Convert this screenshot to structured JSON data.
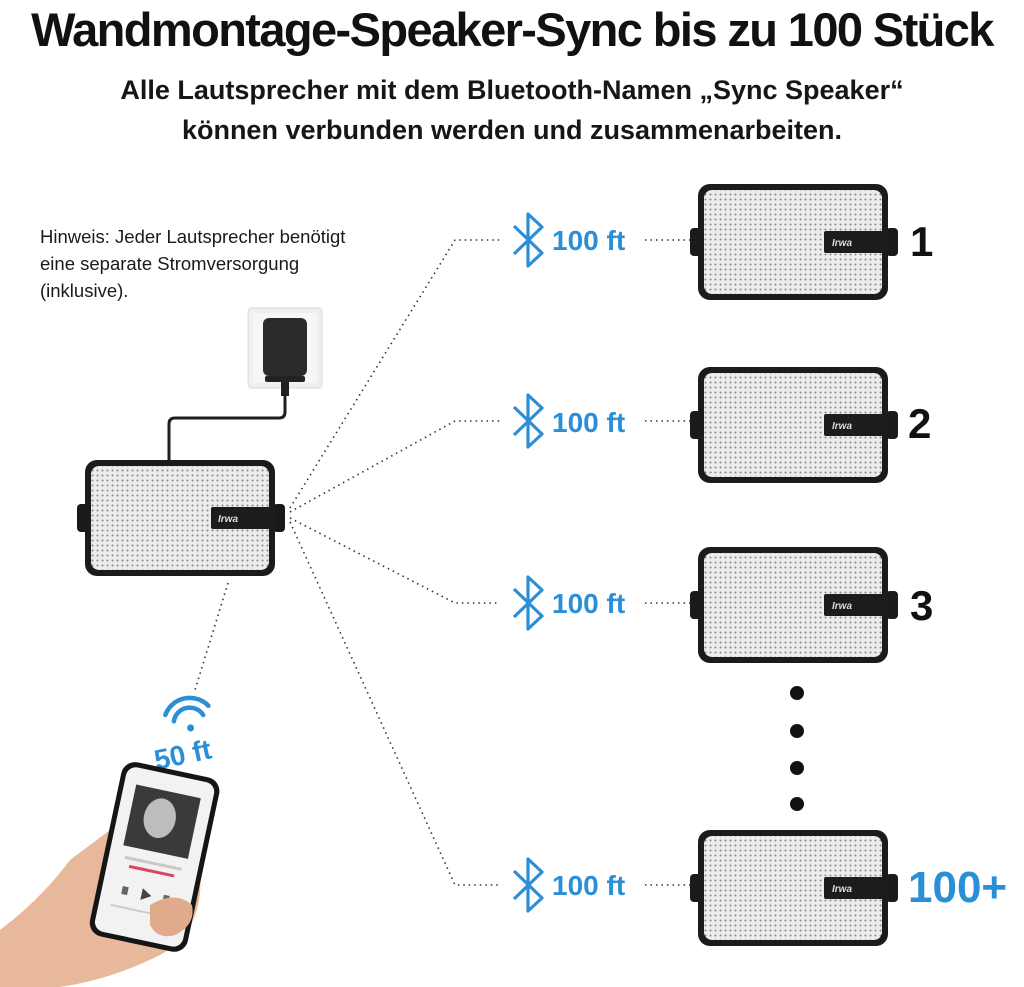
{
  "header": {
    "title": "Wandmontage-Speaker-Sync bis zu 100 Stück",
    "subtitle_line1": "Alle Lautsprecher mit dem Bluetooth-Namen „Sync Speaker“",
    "subtitle_line2": "können verbunden werden und zusammenarbeiten."
  },
  "note": {
    "line1": "Hinweis: Jeder Lautsprecher benötigt",
    "line2": "eine separate Stromversorgung",
    "line3": "(inklusive)."
  },
  "colors": {
    "accent": "#2a8fd6",
    "speaker_frame": "#1b1b1b",
    "grille": "#e9e9e9"
  },
  "brand": "Irwa",
  "phone_link": {
    "icon": "wifi-icon",
    "label": "50 ft"
  },
  "receivers": [
    {
      "icon": "bluetooth-icon",
      "distance": "100 ft",
      "number": "1"
    },
    {
      "icon": "bluetooth-icon",
      "distance": "100 ft",
      "number": "2"
    },
    {
      "icon": "bluetooth-icon",
      "distance": "100 ft",
      "number": "3"
    },
    {
      "icon": "bluetooth-icon",
      "distance": "100 ft",
      "number": "100+",
      "highlight": true
    }
  ]
}
